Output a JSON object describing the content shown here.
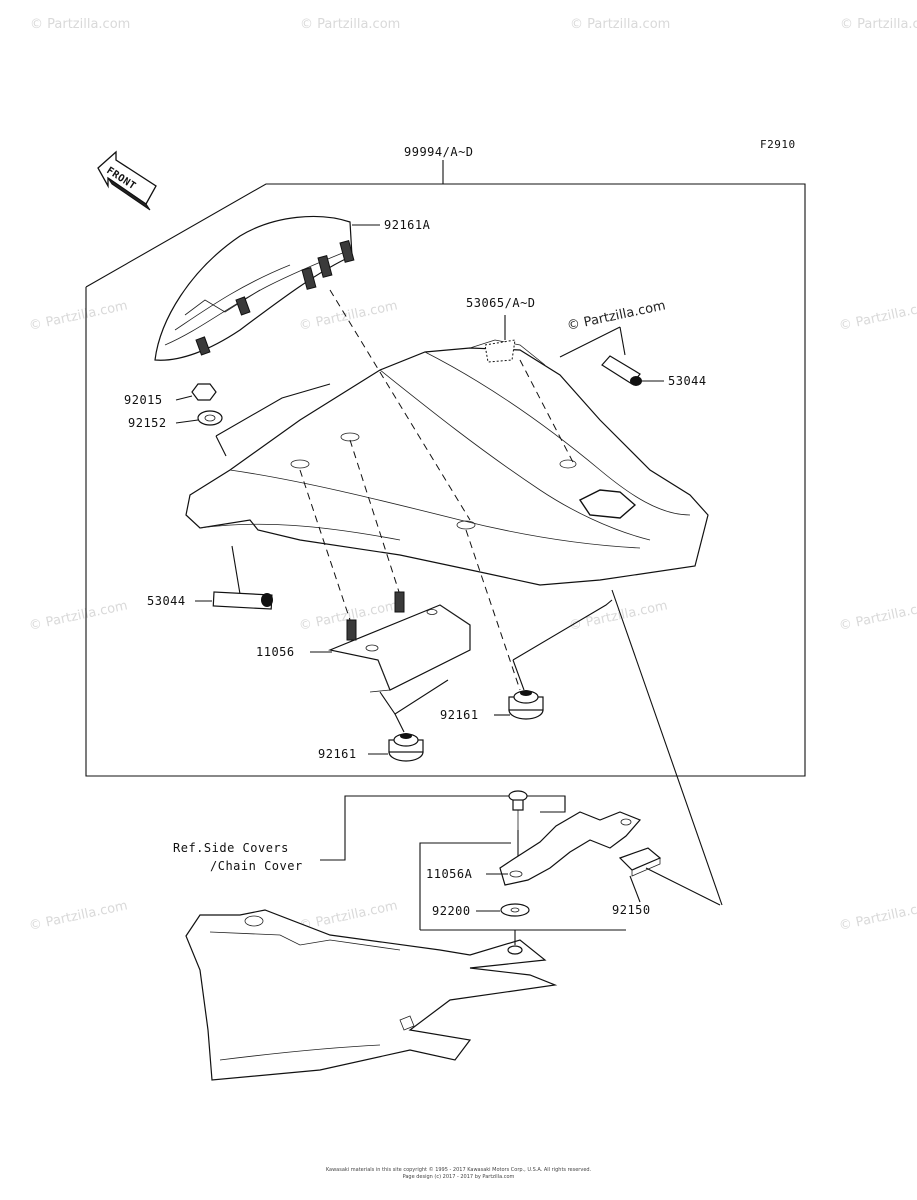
{
  "diagram_code": "F2910",
  "front_label": "FRONT",
  "watermark": "© Partzilla.com",
  "copyright_badge": "© Partzilla.com",
  "callouts": {
    "assembly": "99994/A~D",
    "cover_top": "92161A",
    "seat_cover": "53065/A~D",
    "tape_right": "53044",
    "nut": "92015",
    "grommet": "92152",
    "tape_left": "53044",
    "bracket": "11056",
    "damper_right": "92161",
    "damper_left": "92161",
    "ref_line1": "Ref.Side Covers",
    "ref_line2": "/Chain Cover",
    "bracket_small": "11056A",
    "washer": "92200",
    "pad": "92150"
  },
  "footer": {
    "line1": "Kawasaki materials in this site copyright © 1995 - 2017 Kawasaki Motors Corp., U.S.A. All rights reserved.",
    "line2": "Page design (c) 2017 - 2017 by Partzilla.com"
  }
}
